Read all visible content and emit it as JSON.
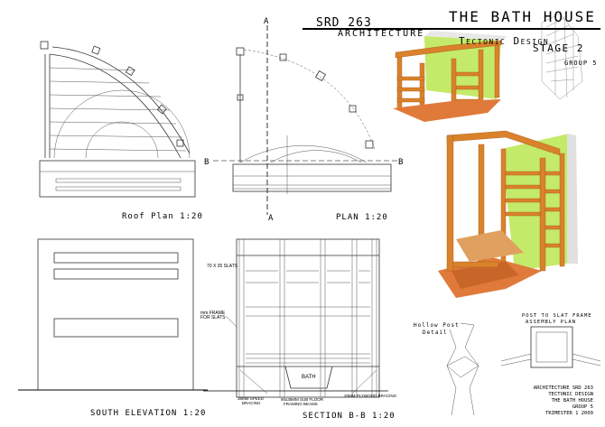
{
  "header": {
    "course": "SRD 263",
    "department": "Architecture",
    "title": "THE BATH HOUSE",
    "subtitle": "Tectonic Design",
    "stage": "Stage 2",
    "group": "Group 5"
  },
  "drawings": {
    "roof_plan": "Roof Plan 1:20",
    "plan": "PLAN 1:20",
    "south_elevation": "SOUTH ELEVATION 1:20",
    "section": "SECTION B-B 1:20",
    "section_marker_a": "A",
    "section_marker_b": "B"
  },
  "section_annotations": {
    "slats": "70 X 35 SLATS",
    "frame_1": "mm FRAME",
    "frame_2": "FOR SLATS",
    "bracing_1": "38MM SPEED",
    "bracing_2": "BRACING",
    "beams_1": "90x35MM SUB FLOOR",
    "beams_2": "FRAMING BEAMS",
    "plywood": "20MM PLYWOOD BRACING",
    "bath": "BATH"
  },
  "details": {
    "hollow_post_1": "Hollow Post",
    "hollow_post_2": "Detail",
    "assembly_1": "Post to slat frame",
    "assembly_2": "assembly plan"
  },
  "title_block": {
    "line1": "ARCHITECTURE SRD 263",
    "line2": "TECTONIC DESIGN",
    "line3": "THE BATH HOUSE",
    "line4": "GROUP 5",
    "line5": "TRIMESTER 1 2009"
  },
  "colors": {
    "timber": "#d9822b",
    "timber_dark": "#a8561a",
    "wall_green": "#c4ea6a",
    "deck": "#e07a3a"
  }
}
